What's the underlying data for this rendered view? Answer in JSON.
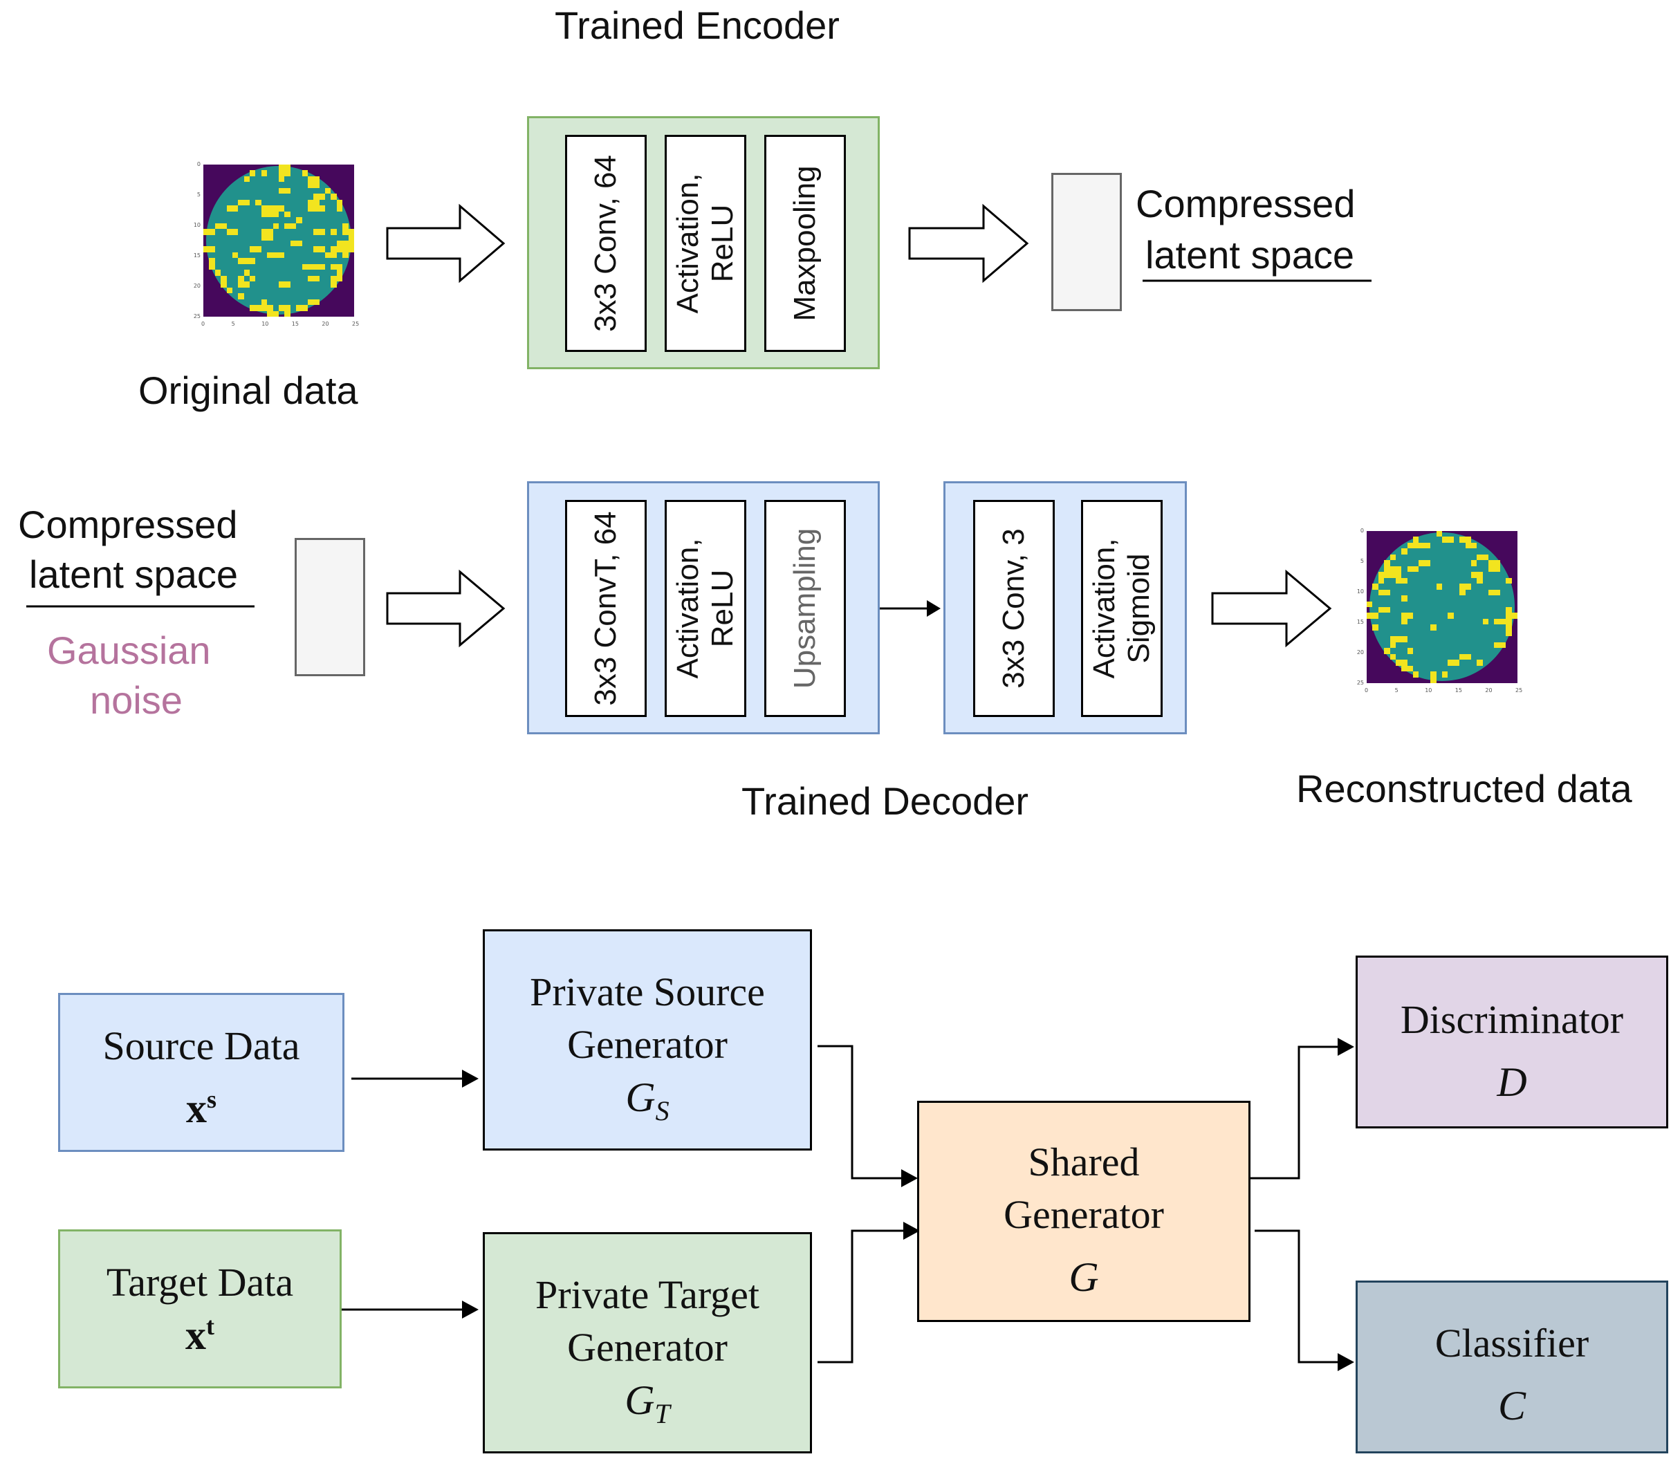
{
  "top": {
    "encoder": {
      "title": "Trained Encoder",
      "layers": [
        "3x3 Conv, 64",
        "Activation,\nReLU",
        "Maxpooling"
      ],
      "input_caption": "Original data",
      "output_caption": [
        "Compressed",
        "latent space"
      ]
    },
    "decoder": {
      "input_caption": [
        "Compressed",
        "latent space"
      ],
      "noise_caption": [
        "Gaussian",
        "noise"
      ],
      "block1_layers": [
        "3x3 ConvT, 64",
        "Activation,\nReLU",
        "Upsampling"
      ],
      "block2_layers": [
        "3x3 Conv, 3",
        "Activation,\nSigmoid"
      ],
      "title": "Trained Decoder",
      "output_caption": "Reconstructed data"
    },
    "wafer_tick_labels": [
      "0",
      "5",
      "10",
      "15",
      "20",
      "25"
    ]
  },
  "bottom": {
    "source_data": {
      "name": "Source Data",
      "symbol": "x",
      "sup": "s"
    },
    "target_data": {
      "name": "Target Data",
      "symbol": "x",
      "sup": "t"
    },
    "private_source": {
      "name": [
        "Private Source",
        "Generator"
      ],
      "symbol": "G",
      "sub": "S"
    },
    "private_target": {
      "name": [
        "Private Target",
        "Generator"
      ],
      "symbol": "G",
      "sub": "T"
    },
    "shared": {
      "name": [
        "Shared",
        "Generator"
      ],
      "symbol": "G"
    },
    "discriminator": {
      "name": "Discriminator",
      "symbol": "D"
    },
    "classifier": {
      "name": "Classifier",
      "symbol": "C"
    }
  },
  "colors": {
    "encoder_fill": "#d5e8d4",
    "encoder_stroke": "#82b366",
    "decoder_fill": "#dae8fc",
    "decoder_stroke": "#6c8ebf",
    "shared_fill": "#ffe6cc",
    "discriminator_fill": "#e1d5e7",
    "classifier_fill": "#bac8d3",
    "noise_text": "#b5739d",
    "wafer_background": "#46085c",
    "wafer_die": "#21918c",
    "wafer_defect": "#f2e41f"
  }
}
